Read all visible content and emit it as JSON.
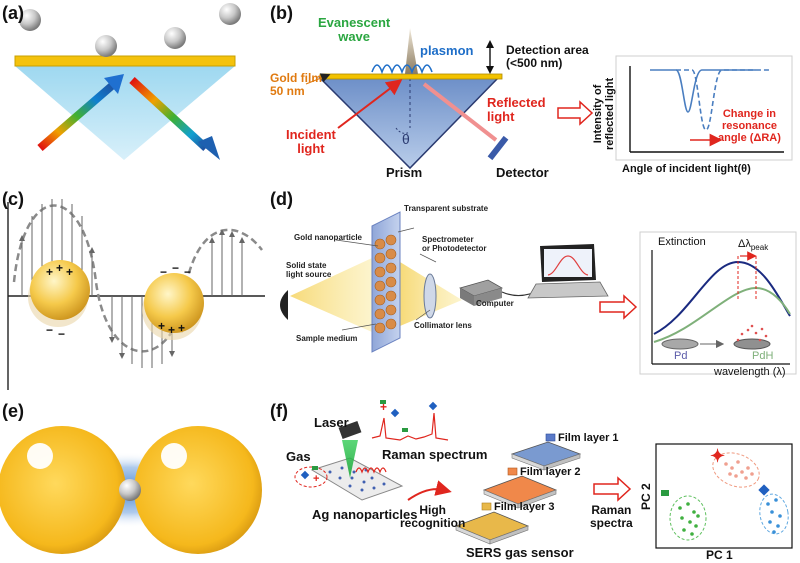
{
  "colors": {
    "gold": "#f2c200",
    "evanescent": "#2aa640",
    "plasmon": "#1e6ec8",
    "gold_text": "#e07a10",
    "red": "#e0261e",
    "curve_blue": "#4a7ec0",
    "pd_green": "#7fb07a"
  },
  "panels": {
    "a": {
      "label": "(a)"
    },
    "b": {
      "label": "(b)",
      "evanescent": "Evanescent\nwave",
      "plasmon": "plasmon",
      "detection_area": "Detection area\n(<500 nm)",
      "gold_film": "Gold film\n50 nm",
      "incident": "Incident\nlight",
      "theta": "θ",
      "reflected": "Reflected\nlight",
      "prism": "Prism",
      "detector": "Detector",
      "y_axis": "Intensity of\nreflected light",
      "change": "Change in\nresonance\nangle (ΔRA)",
      "x_axis": "Angle of incident light(θ)"
    },
    "c": {
      "label": "(c)"
    },
    "d": {
      "label": "(d)",
      "transparent_substrate": "Transparent substrate",
      "gold_np": "Gold nanoparticle",
      "spectrometer": "Spectrometer\nor Photodetector",
      "light_source": "Solid state\nlight source",
      "collimator": "Collimator lens",
      "computer": "Computer",
      "sample_medium": "Sample medium",
      "extinction": "Extinction",
      "delta": "Δλ",
      "delta_sub": "peak",
      "pd": "Pd",
      "pdh": "PdH",
      "wavelength": "wavelength (λ)"
    },
    "e": {
      "label": "(e)"
    },
    "f": {
      "label": "(f)",
      "laser": "Laser",
      "gas": "Gas",
      "raman_spectrum": "Raman spectrum",
      "ag_np": "Ag nanoparticles",
      "high_recognition": "High\nrecognition",
      "film1": "Film layer 1",
      "film2": "Film layer 2",
      "film3": "Film layer 3",
      "sers": "SERS gas sensor",
      "raman_spectra": "Raman\nspectra",
      "pc1": "PC 1",
      "pc2": "PC 2"
    }
  }
}
